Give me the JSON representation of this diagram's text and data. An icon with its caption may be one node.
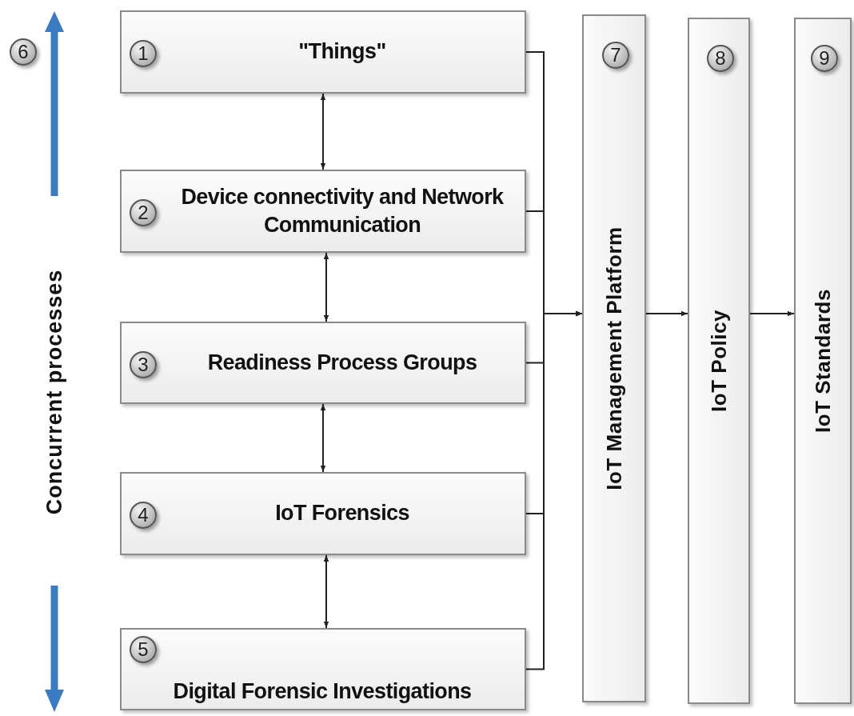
{
  "diagram": {
    "nodes": [
      {
        "text": [
          "1",
          "\"Things\""
        ]
      },
      {
        "text": [
          "2",
          "Device connectivity and Network Communication"
        ]
      },
      {
        "text": [
          "3",
          "Readiness Process Groups"
        ]
      },
      {
        "text": [
          "4",
          "IoT Forensics"
        ]
      },
      {
        "text": [
          "5",
          "Digital Forensic Investigations"
        ]
      },
      {
        "text": [
          "7",
          "IoT Management Platform"
        ]
      },
      {
        "text": [
          "8",
          "IoT Policy"
        ]
      },
      {
        "text": [
          "9",
          "IoT Standards"
        ]
      }
    ],
    "edges": [
      {
        "from": 0,
        "to": 1,
        "arrow": "both"
      },
      {
        "from": 1,
        "to": 2,
        "arrow": "both"
      },
      {
        "from": 2,
        "to": 3,
        "arrow": "both"
      },
      {
        "from": 3,
        "to": 4,
        "arrow": "both"
      },
      {
        "from": 0,
        "to": 5,
        "arrow": "to"
      },
      {
        "from": 1,
        "to": 5,
        "arrow": "to"
      },
      {
        "from": 2,
        "to": 5,
        "arrow": "to"
      },
      {
        "from": 3,
        "to": 5,
        "arrow": "to"
      },
      {
        "from": 4,
        "to": 5,
        "arrow": "to"
      },
      {
        "from": 5,
        "to": 6,
        "arrow": "to"
      },
      {
        "from": 6,
        "to": 7,
        "arrow": "to"
      }
    ],
    "labels": [
      "6",
      "Concurrent processes"
    ]
  }
}
